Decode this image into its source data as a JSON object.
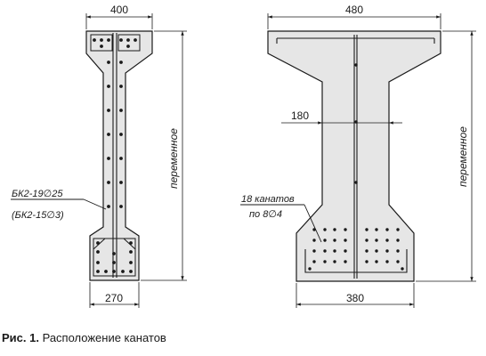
{
  "figure": {
    "caption_prefix": "Рис. 1.",
    "caption_text": " Расположение канатов"
  },
  "left_section": {
    "top_width": "400",
    "bottom_width": "270",
    "height_label": "переменное",
    "callout_line1": "БК2-19∅25",
    "callout_line2": "(БК2-15∅3)"
  },
  "right_section": {
    "top_width": "480",
    "web_width": "180",
    "bottom_width": "380",
    "height_label": "переменное",
    "callout_line1": "18 канатов",
    "callout_line2": "по 8∅4"
  },
  "colors": {
    "line": "#1a1a1a",
    "concrete_fill": "#e6e6e6",
    "strand": "#1a1a1a"
  }
}
